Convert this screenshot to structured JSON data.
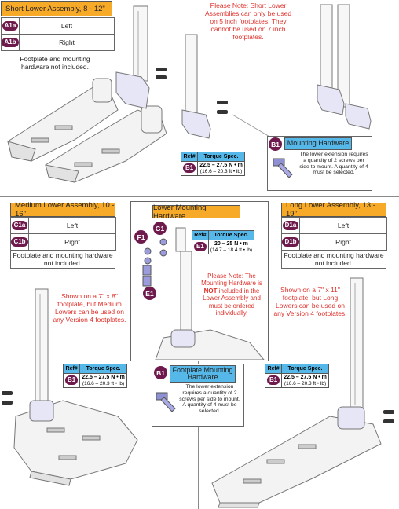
{
  "short_assembly": {
    "title": "Short Lower Assembly, 8 - 12\"",
    "rows": [
      {
        "badge": "A1a",
        "label": "Left"
      },
      {
        "badge": "A1b",
        "label": "Right"
      }
    ],
    "footnote": "Footplate and mounting hardware not included.",
    "note": "Please Note: Short Lower Assemblies can only be used on 5 inch footplates. They cannot be used on 7 inch footplates."
  },
  "mounting_hardware": {
    "badge": "B1",
    "title": "Mounting Hardware",
    "description": "The lower extension requires a quantity of 2 screws per side to mount. A quantity of 4 must be selected."
  },
  "torque_short": {
    "ref_header": "Ref#",
    "spec_header": "Torque Spec.",
    "badge": "B1",
    "value": "22.5 – 27.5 N • m",
    "sub": "(16.6 – 20.3 ft • lb)"
  },
  "medium_assembly": {
    "title": "Medium Lower Assembly, 10 - 16\"",
    "rows": [
      {
        "badge": "C1a",
        "label": "Left"
      },
      {
        "badge": "C1b",
        "label": "Right"
      }
    ],
    "footnote": "Footplate and mounting hardware not included.",
    "note": "Shown on a 7\" x 8\" footplate, but Medium Lowers can be used on any Version 4 footplates."
  },
  "torque_medium": {
    "ref_header": "Ref#",
    "spec_header": "Torque Spec.",
    "badge": "B1",
    "value": "22.5 – 27.5 N • m",
    "sub": "(16.6 – 20.3 ft • lb)"
  },
  "lower_mounting_hardware": {
    "title": "Lower Mounting Hardware",
    "callouts": [
      "G1",
      "F1",
      "E1"
    ],
    "note_prefix": "Please Note: The Mounting Hardware is ",
    "note_bold": "NOT",
    "note_suffix": " included in the Lower Assembly and must be ordered individually."
  },
  "torque_lower_hw": {
    "ref_header": "Ref#",
    "spec_header": "Torque Spec.",
    "badge": "E1",
    "value": "20 – 25 N • m",
    "sub": "(14.7 – 18.4 ft • lb)"
  },
  "footplate_mounting_hardware": {
    "badge": "B1",
    "title": "Footplate Mounting Hardware",
    "description": "The lower extension requires a quantity of 2 screws per side to mount. A quantity of 4 must be selected."
  },
  "long_assembly": {
    "title": "Long Lower Assembly, 13 - 19\"",
    "rows": [
      {
        "badge": "D1a",
        "label": "Left"
      },
      {
        "badge": "D1b",
        "label": "Right"
      }
    ],
    "footnote": "Footplate and mounting hardware not included.",
    "note": "Shown on a 7\" x 11\" footplate, but Long Lowers can be used on any Version 4 footplates."
  },
  "torque_long": {
    "ref_header": "Ref#",
    "spec_header": "Torque Spec.",
    "badge": "B1",
    "value": "22.5 – 27.5 N • m",
    "sub": "(16.6 – 20.3 ft • lb)"
  },
  "colors": {
    "orange": "#f7a928",
    "blue": "#55b8e8",
    "badge": "#6e1a4c",
    "note_red": "#e0302a"
  }
}
